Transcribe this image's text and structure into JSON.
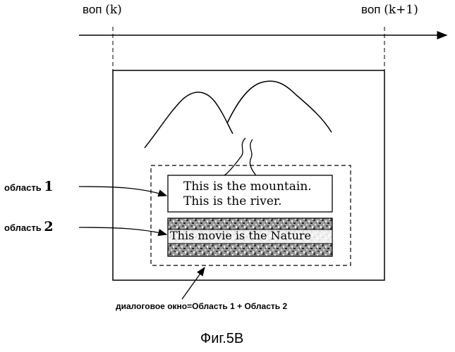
{
  "timeline": {
    "wop_k": {
      "prefix": "воп",
      "suffix": "(k)"
    },
    "wop_k1": {
      "prefix": "воп",
      "suffix": "(k+1)"
    }
  },
  "regions": {
    "region1_label": {
      "text": "область",
      "num": "1"
    },
    "region2_label": {
      "text": "область",
      "num": "2"
    },
    "region1_lines": [
      "This is the mountain.",
      "This is the river."
    ],
    "region2_line": "This movie is the Nature"
  },
  "caption": "диалоговое окно=Область 1 + Область 2",
  "figure_label": "Фиг.5B"
}
